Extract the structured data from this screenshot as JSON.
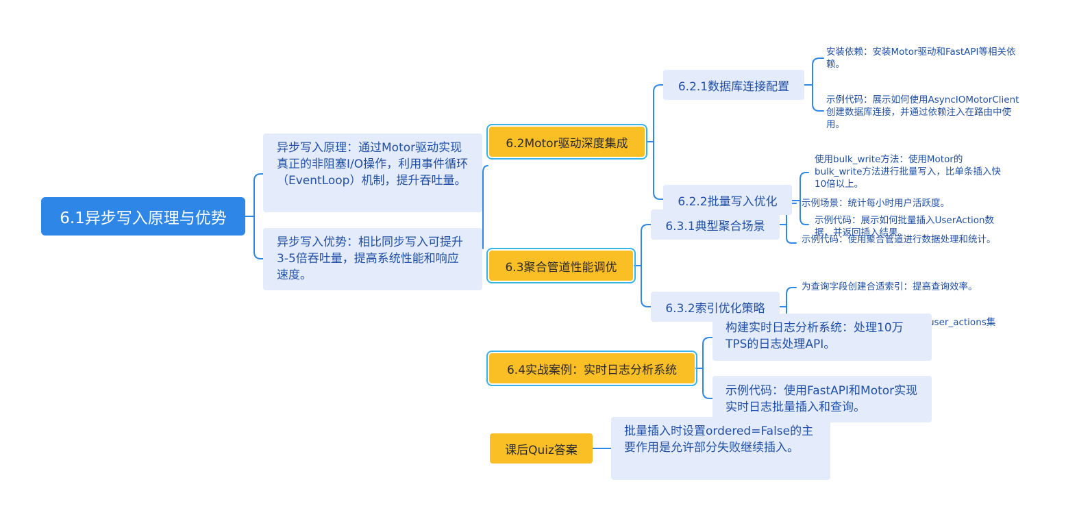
{
  "root": {
    "title": "6.1异步写入原理与优势"
  },
  "left_children": {
    "principle": "异步写入原理：通过Motor驱动实现真正的非阻塞I/O操作，利用事件循环（EventLoop）机制，提升吞吐量。",
    "advantage": "异步写入优势：相比同步写入可提升3-5倍吞吐量，提高系统性能和响应速度。"
  },
  "branches": {
    "motor": {
      "label": "6.2Motor驱动深度集成"
    },
    "pipeline": {
      "label": "6.3聚合管道性能调优"
    },
    "case": {
      "label": "6.4实战案例：实时日志分析系统"
    },
    "quiz": {
      "label": "课后Quiz答案"
    }
  },
  "motor_sub": {
    "db_config": {
      "label": "6.2.1数据库连接配置",
      "leaf_install": "安装依赖：安装Motor驱动和FastAPI等相关依赖。",
      "leaf_code": "示例代码：展示如何使用AsyncIOMotorClient创建数据库连接，并通过依赖注入在路由中使用。"
    },
    "bulk_write": {
      "label": "6.2.2批量写入优化",
      "leaf_method": "使用bulk_write方法：使用Motor的bulk_write方法进行批量写入，比单条插入快10倍以上。",
      "leaf_code": "示例代码：展示如何批量插入UserAction数据，并返回插入结果。"
    }
  },
  "pipeline_sub": {
    "scenario": {
      "label": "6.3.1典型聚合场景",
      "leaf_scene": "示例场景：统计每小时用户活跃度。",
      "leaf_code": "示例代码：使用聚合管道进行数据处理和统计。"
    },
    "index": {
      "label": "6.3.2索引优化策略",
      "leaf_index": "为查询字段创建合适索引：提高查询效率。",
      "leaf_partial": "user_actions集"
    }
  },
  "case_sub": {
    "build": "构建实时日志分析系统：处理10万TPS的日志处理API。",
    "code": "示例代码：使用FastAPI和Motor实现实时日志批量插入和查询。"
  },
  "quiz_sub": {
    "answer": "批量插入时设置ordered=False的主要作用是允许部分失败继续插入。"
  },
  "colors": {
    "root": "#2e86e6",
    "connector": "#2e86e6",
    "branch_fill": "#fbbf26",
    "selection_ring": "#36b3ea",
    "topic_fill": "#e4ebfb",
    "topic_text": "#1f4fa8"
  }
}
